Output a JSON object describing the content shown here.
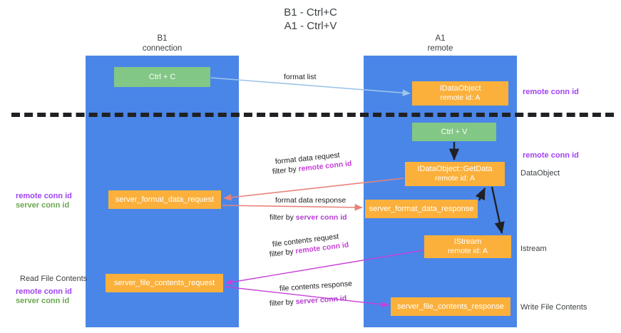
{
  "title": {
    "line1": "B1 - Ctrl+C",
    "line2": "A1 - Ctrl+V"
  },
  "lanes": [
    {
      "id": "b1",
      "name": "B1",
      "subtitle": "connection"
    },
    {
      "id": "a1",
      "name": "A1",
      "subtitle": "remote"
    }
  ],
  "boxes": {
    "ctrl_c": {
      "label": "Ctrl + C",
      "color": "#82c785"
    },
    "idataobject": {
      "label": "IDataObject",
      "sub": "remote id: A",
      "color": "#fbb03b"
    },
    "ctrl_v": {
      "label": "Ctrl + V",
      "color": "#82c785"
    },
    "getdata": {
      "label": "IDataObject::GetData",
      "sub": "remote id: A",
      "color": "#fbb03b"
    },
    "format_request": {
      "label": "server_format_data_request",
      "color": "#fbb03b"
    },
    "format_response": {
      "label": "server_format_data_response",
      "color": "#fbb03b"
    },
    "istream": {
      "label": "IStream",
      "sub": "remote id: A",
      "color": "#fbb03b"
    },
    "file_request": {
      "label": "server_file_contents_request",
      "color": "#fbb03b"
    },
    "file_response": {
      "label": "server_file_contents_response",
      "color": "#fbb03b"
    }
  },
  "edge_labels": {
    "format_list": "format list",
    "format_data_request": "format data request",
    "format_data_request_filter_prefix": "filter by ",
    "format_data_request_filter_key": "remote conn id",
    "format_data_response": "format data response",
    "format_data_response_filter_prefix": "filter by ",
    "format_data_response_filter_key": "server conn id",
    "file_contents_request": "file contents request",
    "file_contents_request_filter_prefix": "filter by ",
    "file_contents_request_filter_key": "remote conn id",
    "file_contents_response": "file contents response",
    "file_contents_response_filter_prefix": "filter by ",
    "file_contents_response_filter_key": "server conn id"
  },
  "annotations": {
    "right_remote_conn_id_1": "remote conn id",
    "right_remote_conn_id_2": "remote conn id",
    "dataobject": "DataObject",
    "istream": "Istream",
    "write_file_contents": "Write File Contents",
    "left_remote_conn_id_1": "remote conn id",
    "left_server_conn_id_1": "server conn id",
    "read_file_contents": "Read File Contents",
    "left_remote_conn_id_2": "remote conn id",
    "left_server_conn_id_2": "server conn id"
  },
  "colors": {
    "lane": "#4a86e8",
    "green_box": "#82c785",
    "orange_box": "#fbb03b",
    "remote_conn_id": "#a142f4",
    "server_conn_id": "#6aa84f",
    "divider": "#202124",
    "arrow_blue": "#9fc5e8",
    "arrow_red": "#e8837b",
    "arrow_magenta": "#c840d8",
    "arrow_black": "#202124"
  }
}
